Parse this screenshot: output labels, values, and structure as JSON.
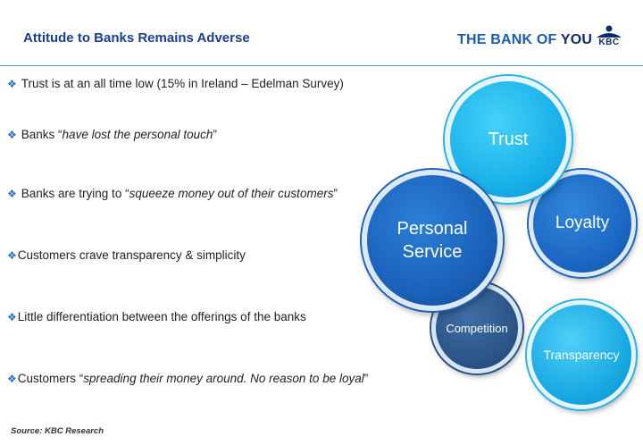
{
  "header": {
    "title": "Attitude to Banks Remains Adverse",
    "brand_prefix": "THE BANK OF ",
    "brand_you": "YOU",
    "logo_text": "KBC"
  },
  "bullets": [
    {
      "pre": "Trust is at an all time low (15% in Ireland – Edelman Survey)",
      "em": "",
      "post": ""
    },
    {
      "pre": "Banks “",
      "em": "have lost the personal touch",
      "post": "”"
    },
    {
      "pre": "Banks are trying to “",
      "em": "squeeze money out of their customers",
      "post": "”"
    },
    {
      "pre": "Customers crave transparency & simplicity",
      "em": "",
      "post": ""
    },
    {
      "pre": "Little differentiation between the offerings of the banks",
      "em": "",
      "post": ""
    },
    {
      "pre": "Customers “",
      "em": "spreading their money around. No reason to be loyal",
      "post": "”"
    }
  ],
  "bullet_marker": "❖",
  "circles": {
    "trust": "Trust",
    "loyalty": "Loyalty",
    "personal_line1": "Personal",
    "personal_line2": "Service",
    "competition": "Competition",
    "transparency": "Transparency"
  },
  "footer": {
    "source": "Source: KBC Research"
  },
  "colors": {
    "title": "#1a3f8f",
    "accent_blue": "#1f6fd1",
    "light_cyan": "#17aee8",
    "mid_blue": "#1a5fb8",
    "dark_blue": "#2a5284"
  }
}
